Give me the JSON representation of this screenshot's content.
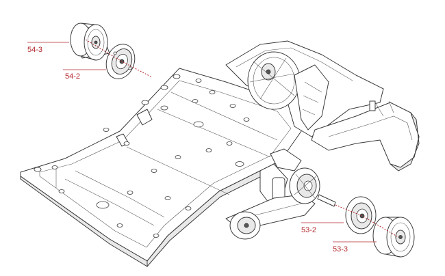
{
  "diagram": {
    "callouts": [
      {
        "id": "54-3",
        "label": "54-3"
      },
      {
        "id": "54-2",
        "label": "54-2"
      },
      {
        "id": "53-2",
        "label": "53-2"
      },
      {
        "id": "53-3",
        "label": "53-3"
      }
    ],
    "colors": {
      "callout": "#b3262b",
      "line_art": "#3a3a3a",
      "background": "#ffffff"
    }
  }
}
